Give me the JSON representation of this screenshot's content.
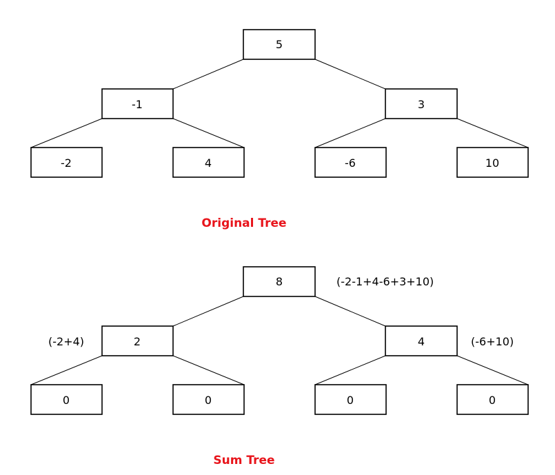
{
  "accent_color": "#e8141b",
  "original_tree": {
    "caption": "Original Tree",
    "root": "5",
    "left": "-1",
    "right": "3",
    "left_left": "-2",
    "left_right": "4",
    "right_left": "-6",
    "right_right": "10"
  },
  "sum_tree": {
    "caption": "Sum Tree",
    "root": "8",
    "left": "2",
    "right": "4",
    "left_left": "0",
    "left_right": "0",
    "right_left": "0",
    "right_right": "0",
    "root_note": "(-2-1+4-6+3+10)",
    "left_note": "(-2+4)",
    "right_note": "(-6+10)"
  }
}
